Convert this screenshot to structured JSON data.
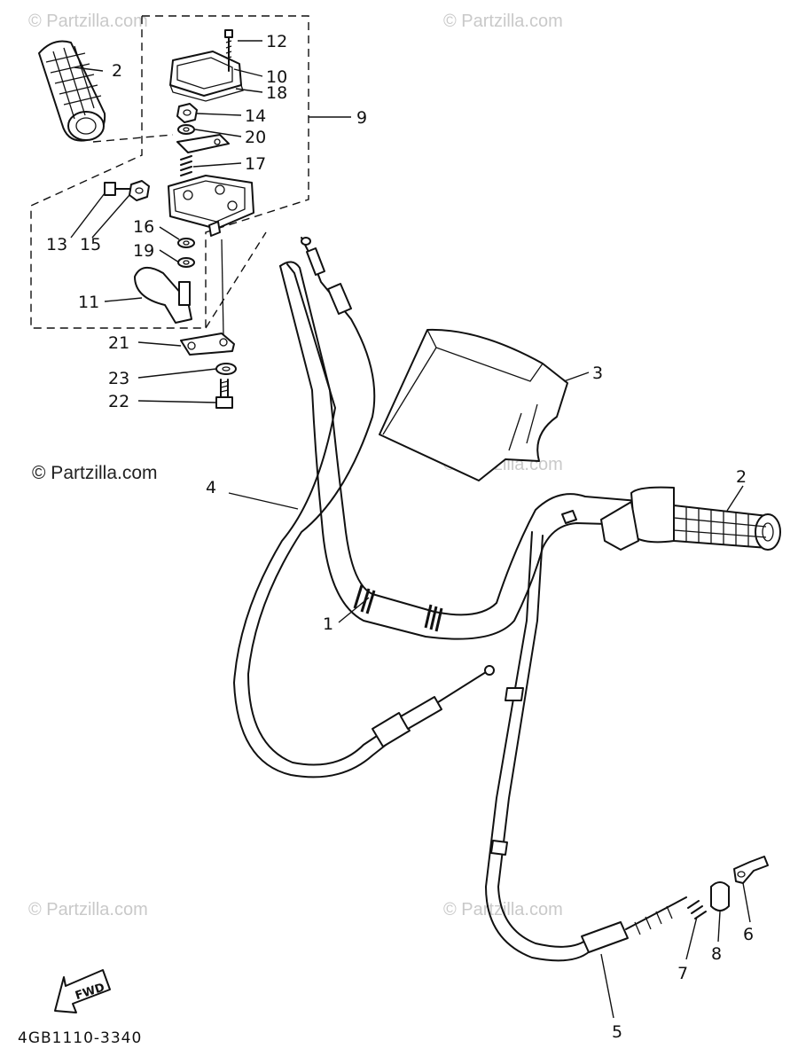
{
  "watermarks": {
    "top_left": "© Partzilla.com",
    "top_center": "© Partzilla.com",
    "mid_left": "© Partzilla.com",
    "mid_center": "© Partzilla.com",
    "bottom_left": "© Partzilla.com",
    "bottom_center": "© Partzilla.com"
  },
  "diagram_code": "4GB1110-3340",
  "fwd_label": "FWD",
  "callouts": {
    "c1": "1",
    "c2a": "2",
    "c2b": "2",
    "c3": "3",
    "c4": "4",
    "c5": "5",
    "c6": "6",
    "c7": "7",
    "c8": "8",
    "c9": "9",
    "c10": "10",
    "c11": "11",
    "c12": "12",
    "c13": "13",
    "c14": "14",
    "c15": "15",
    "c16": "16",
    "c17": "17",
    "c18": "18",
    "c19": "19",
    "c20": "20",
    "c21": "21",
    "c22": "22",
    "c23": "23"
  },
  "colors": {
    "line": "#111111",
    "watermark": "#c9c9c9",
    "background": "#ffffff"
  }
}
